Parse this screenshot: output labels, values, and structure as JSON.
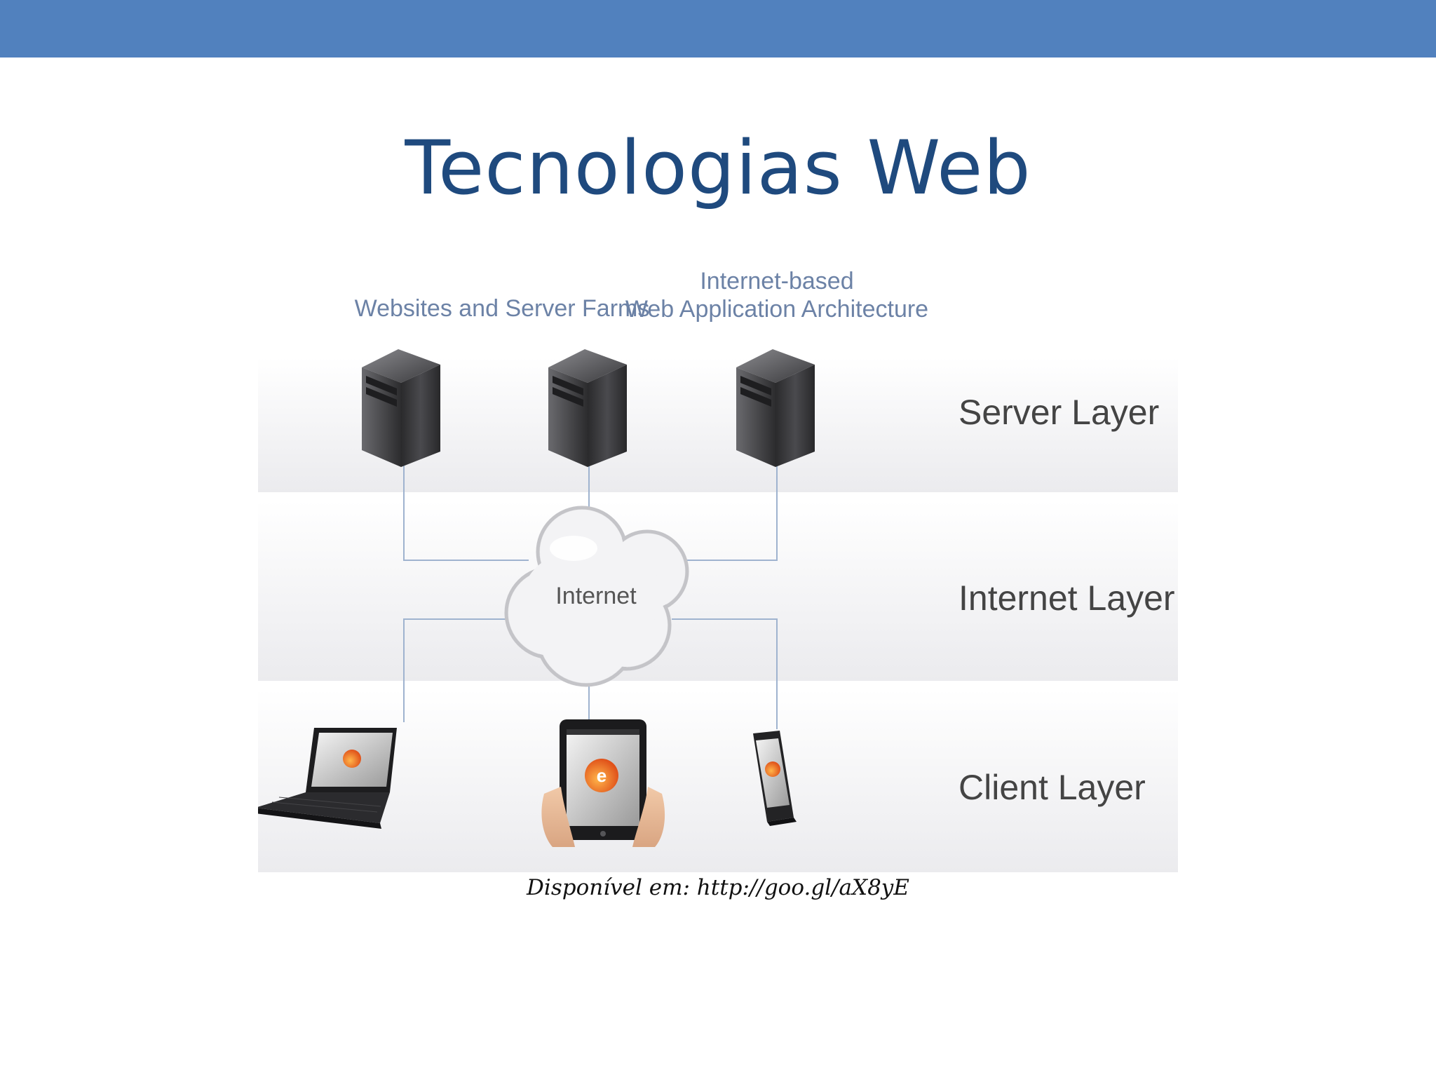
{
  "slide": {
    "title": "Tecnologias Web",
    "caption": "Disponível em: http://goo.gl/aX8yE"
  },
  "diagram": {
    "header_left": "Websites and Server Farms",
    "header_right_line1": "Internet-based",
    "header_right_line2": "Web Application Architecture",
    "cloud_label": "Internet",
    "layers": [
      {
        "id": "server",
        "label": "Server Layer"
      },
      {
        "id": "internet",
        "label": "Internet Layer"
      },
      {
        "id": "client",
        "label": "Client Layer"
      }
    ],
    "servers": [
      "server-1",
      "server-2",
      "server-3"
    ],
    "clients": [
      "laptop",
      "tablet",
      "smartphone"
    ]
  },
  "colors": {
    "top_bar": "#5181be",
    "title": "#1f4a7e",
    "header_text": "#6c82a6",
    "layer_text": "#444444",
    "connector": "#9fb3cf"
  }
}
